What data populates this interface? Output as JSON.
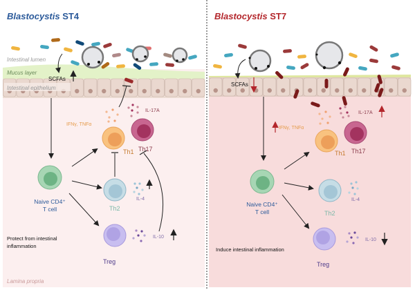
{
  "left": {
    "title_italic": "Blastocystis",
    "title_rest": " ST4",
    "title_color": "#2b5a9a",
    "lumen_label": "Intestinal lumen",
    "mucus_label": "Mucus layer",
    "epithelium_label": "Intestinal epithelium",
    "scfa_label": "SCFAs",
    "ifn_label": "IFNγ, TNFα",
    "il17_label": "IL-17A",
    "th1_label": "Th1",
    "th17_label": "Th17",
    "naive_label_1": "Naive CD4⁺",
    "naive_label_2": "T cell",
    "th2_label": "Th2",
    "il4_label": "IL-4",
    "treg_label": "Treg",
    "il10_label": "IL-10",
    "outcome_1": "Protect from intestinal",
    "outcome_2": "inflammation",
    "lamina_label": "Lamina propria"
  },
  "right": {
    "title_italic": "Blastocystis",
    "title_rest": " ST7",
    "title_color": "#b3262b",
    "scfa_label": "SCFAs",
    "ifn_label": "IFNγ, TNFα",
    "il17_label": "IL-17A",
    "th1_label": "Th1",
    "th17_label": "Th17",
    "naive_label_1": "Naive CD4⁺",
    "naive_label_2": "T cell",
    "th2_label": "Th2",
    "il4_label": "IL-4",
    "treg_label": "Treg",
    "il10_label": "IL-10",
    "outcome": "Induce intestinal inflammation"
  },
  "colors": {
    "left_tissue": "#fcefef",
    "right_tissue": "#f8dcdc",
    "mucus": "#e3f2c8",
    "epithelium": "#e9d6cc",
    "th1": "#f6b46c",
    "th17": "#b04a74",
    "th2": "#b7d3de",
    "naive": "#8cc8a0",
    "treg": "#c2b6ec"
  }
}
